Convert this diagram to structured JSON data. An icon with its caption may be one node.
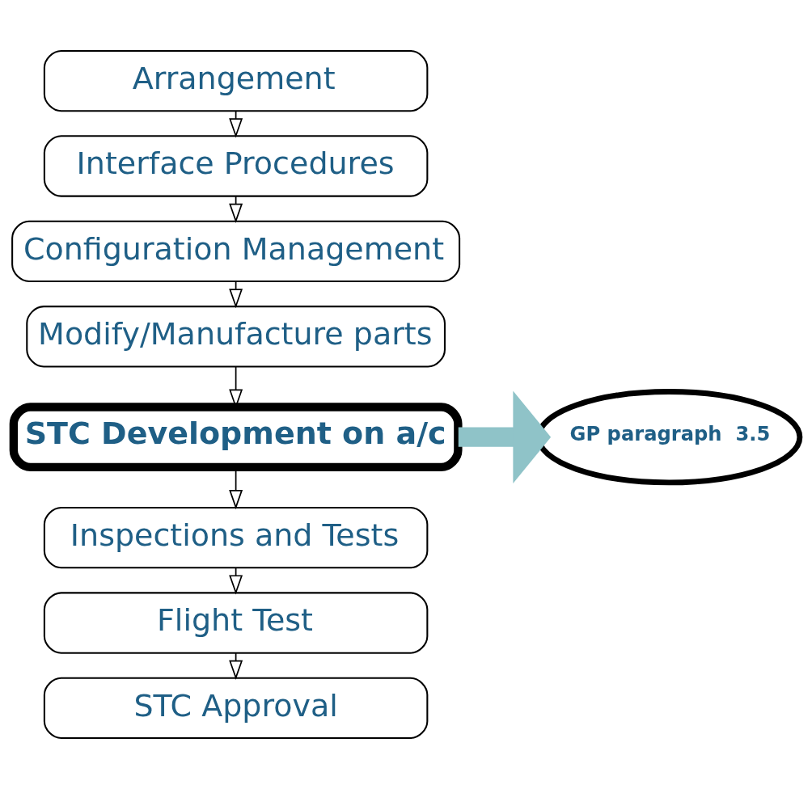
{
  "diagram": {
    "nodes": [
      {
        "text": [
          "Arrangement"
        ]
      },
      {
        "text": [
          "Interface Procedures"
        ]
      },
      {
        "text": [
          "Configuration Management"
        ]
      },
      {
        "text": [
          "Modify/Manufacture parts"
        ]
      },
      {
        "text": [
          "STC Development on a/c"
        ]
      },
      {
        "text": [
          "Inspections and Tests"
        ]
      },
      {
        "text": [
          "Flight Test"
        ]
      },
      {
        "text": [
          "STC Approval"
        ]
      },
      {
        "text": [
          "GP paragraph  3.5"
        ]
      }
    ],
    "edges": [
      {
        "from": 0,
        "to": 1,
        "arrow": "to"
      },
      {
        "from": 1,
        "to": 2,
        "arrow": "to"
      },
      {
        "from": 2,
        "to": 3,
        "arrow": "to"
      },
      {
        "from": 3,
        "to": 4,
        "arrow": "to"
      },
      {
        "from": 4,
        "to": 5,
        "arrow": "to"
      },
      {
        "from": 5,
        "to": 6,
        "arrow": "to"
      },
      {
        "from": 6,
        "to": 7,
        "arrow": "to"
      },
      {
        "from": 4,
        "to": 8,
        "arrow": "to",
        "style": "thick",
        "color": "#8fc3c8"
      }
    ]
  }
}
